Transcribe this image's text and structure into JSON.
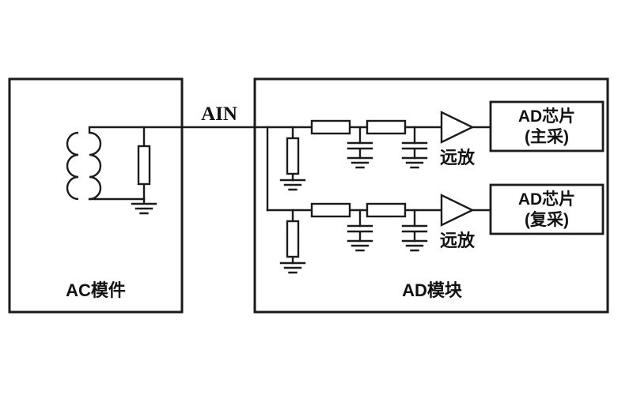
{
  "diagram": {
    "background": "#ffffff",
    "line_color": "#1b1b1b",
    "ain_label": "AIN",
    "ac_module": {
      "label": "AC模件"
    },
    "ad_module": {
      "label": "AD模块"
    },
    "amplifiers": [
      {
        "label": "远放"
      },
      {
        "label": "远放"
      }
    ],
    "ad_chips": [
      {
        "line1": "AD芯片",
        "line2": "(主采)"
      },
      {
        "line1": "AD芯片",
        "line2": "(复采)"
      }
    ]
  }
}
